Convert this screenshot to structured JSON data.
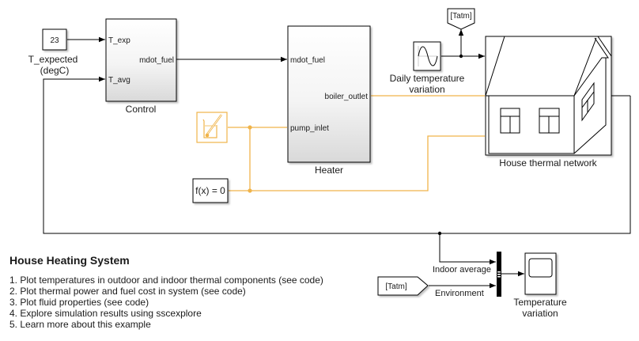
{
  "model": {
    "constant": {
      "value": "23",
      "label_line1": "T_expected",
      "label_line2": "(degC)"
    },
    "control": {
      "name": "Control",
      "inputs": [
        "T_exp",
        "T_avg"
      ],
      "outputs": [
        "mdot_fuel"
      ]
    },
    "heater": {
      "name": "Heater",
      "inputs": [
        "mdot_fuel",
        "pump_inlet"
      ],
      "outputs": [
        "boiler_outlet"
      ]
    },
    "reservoir": {
      "icon": "thermal-liquid-reservoir-icon"
    },
    "solver": {
      "label": "f(x) = 0"
    },
    "sine": {
      "label_line1": "Daily temperature",
      "label_line2": "variation"
    },
    "goto": {
      "tag": "[Tatm]"
    },
    "from": {
      "tag": "[Tatm]"
    },
    "house": {
      "name": "House thermal network"
    },
    "mux_signals": {
      "indoor": "Indoor average",
      "environment": "Environment"
    },
    "scope": {
      "label_line1": "Temperature",
      "label_line2": "variation"
    },
    "colors": {
      "signal": "#000000",
      "physical": "#f0b44a",
      "block_fill_top": "#ffffff",
      "block_fill_bottom": "#dcdcdc"
    }
  },
  "notes": {
    "title": "House Heating System",
    "items": [
      "1. Plot temperatures in outdoor and indoor thermal components (see code)",
      "2. Plot thermal power and fuel cost in system (see code)",
      "3. Plot fluid properties (see code)",
      "4. Explore simulation results using sscexplore",
      "5. Learn more about this example"
    ]
  }
}
